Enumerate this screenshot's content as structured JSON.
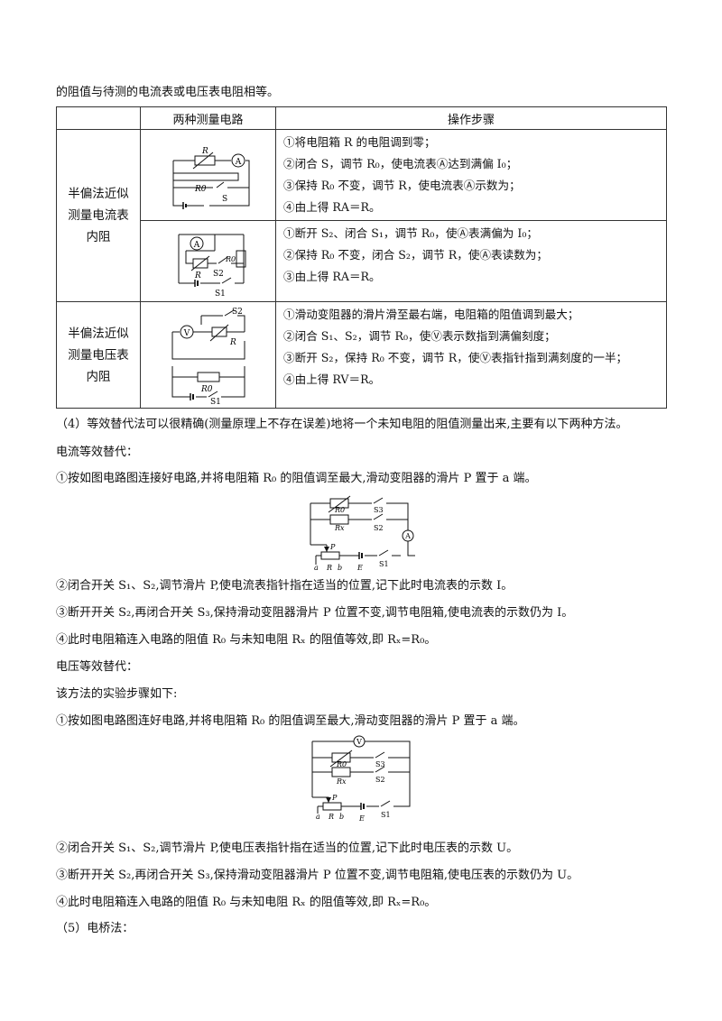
{
  "intro_line": "的阻值与待测的电流表或电压表电阻相等。",
  "table": {
    "headers": [
      "两种测量电路",
      "操作步骤"
    ],
    "sections": [
      {
        "label_lines": [
          "半偏法近似",
          "测量电流表",
          "内阻"
        ]
      },
      {
        "label_lines": [
          "半偏法近似",
          "测量电压表",
          "内阻"
        ]
      }
    ],
    "rows": [
      {
        "steps": [
          "①将电阻箱 R 的电阻调到零；",
          "②闭合 S，调节 R₀，使电流表Ⓐ达到满偏 I₀；",
          "③保持 R₀ 不变，调节 R，使电流表Ⓐ示数为；",
          "④由上得 RA＝R。"
        ]
      },
      {
        "steps": [
          "①断开 S₂、闭合 S₁，调节 R₀，使Ⓐ表满偏为 I₀；",
          "②保持 R₀ 不变，闭合 S₂，调节 R，使Ⓐ表读数为；",
          "③由上得 RA＝R。"
        ]
      },
      {
        "steps": [
          "①滑动变阻器的滑片滑至最右端，电阻箱的阻值调到最大；",
          "②闭合 S₁、S₂，调节 R₀，使Ⓥ表示数指到满偏刻度；",
          "③断开 S₂，保持 R₀ 不变，调节 R，使Ⓥ表指针指到满刻度的一半；",
          "④由上得 RV＝R。"
        ]
      }
    ]
  },
  "circuit_labels": {
    "R": "R",
    "R0": "R0",
    "S": "S",
    "S1": "S1",
    "S2": "S2",
    "S3": "S3",
    "A": "A",
    "V": "V",
    "Rx": "Rx",
    "E": "E",
    "P": "P",
    "a": "a",
    "b": "b"
  },
  "text": {
    "p4": "（4）等效替代法可以很精确(测量原理上不存在误差)地将一个未知电阻的阻值测量出来,主要有以下两种方法。",
    "current_title": "电流等效替代：",
    "c1": "①按如图电路图连接好电路,并将电阻箱 R₀ 的阻值调至最大,滑动变阻器的滑片 P 置于 a 端。",
    "c2": "②闭合开关 S₁、S₂,调节滑片 P,使电流表指针指在适当的位置,记下此时电流表的示数 I。",
    "c3": "③断开开关 S₂,再闭合开关 S₃,保持滑动变阻器滑片 P 位置不变,调节电阻箱,使电流表的示数仍为 I。",
    "c4": "④此时电阻箱连入电路的阻值 R₀ 与未知电阻 Rₓ 的阻值等效,即 Rₓ=R₀。",
    "voltage_title": "电压等效替代：",
    "v_intro": "该方法的实验步骤如下:",
    "v1": "①按如图电路图连好电路,并将电阻箱 R₀ 的阻值调至最大,滑动变阻器的滑片 P 置于 a 端。",
    "v2": "②闭合开关 S₁、S₂,调节滑片 P,使电压表指针指在适当的位置,记下此时电压表的示数 U。",
    "v3": "③断开开关 S₂,再闭合开关 S₃,保持滑动变阻器滑片 P 位置不变,调节电阻箱,使电压表的示数仍为 U。",
    "v4": "④此时电阻箱连入电路的阻值 R₀ 与未知电阻 Rₓ 的阻值等效,即 Rₓ=R₀。",
    "p5": "（5）电桥法："
  }
}
